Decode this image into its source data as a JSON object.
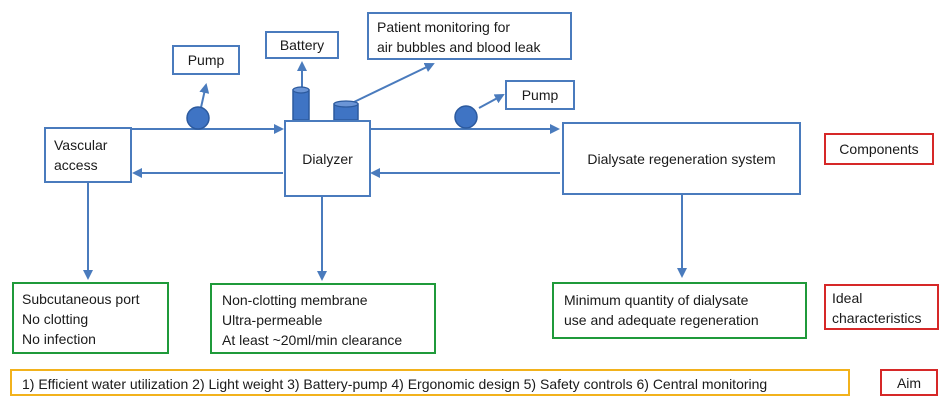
{
  "nodes": {
    "pump_left": "Pump",
    "battery": "Battery",
    "patient_monitoring": [
      "Patient monitoring for",
      "air bubbles and blood leak"
    ],
    "pump_right": "Pump",
    "vascular_access": [
      "Vascular",
      "access"
    ],
    "dialyzer": "Dialyzer",
    "dialysate_regeneration": "Dialysate regeneration system"
  },
  "characteristics": {
    "vascular_access": [
      "Subcutaneous port",
      "No clotting",
      "No infection"
    ],
    "dialyzer": [
      "Non-clotting membrane",
      "Ultra-permeable",
      "At least ~20ml/min clearance"
    ],
    "dialysate": [
      "Minimum quantity of dialysate",
      "use and adequate regeneration"
    ]
  },
  "aim_text": "1) Efficient water utilization 2) Light weight 3) Battery-pump 4) Ergonomic design 5) Safety controls 6) Central monitoring",
  "labels": {
    "components": "Components",
    "ideal": [
      "Ideal",
      "characteristics"
    ],
    "aim": "Aim"
  },
  "colors": {
    "component_border": "#4a7bbd",
    "characteristic_border": "#1f9a3a",
    "label_border": "#d62828",
    "aim_border": "#f2b21c",
    "pump_fill": "#3f74c4"
  }
}
